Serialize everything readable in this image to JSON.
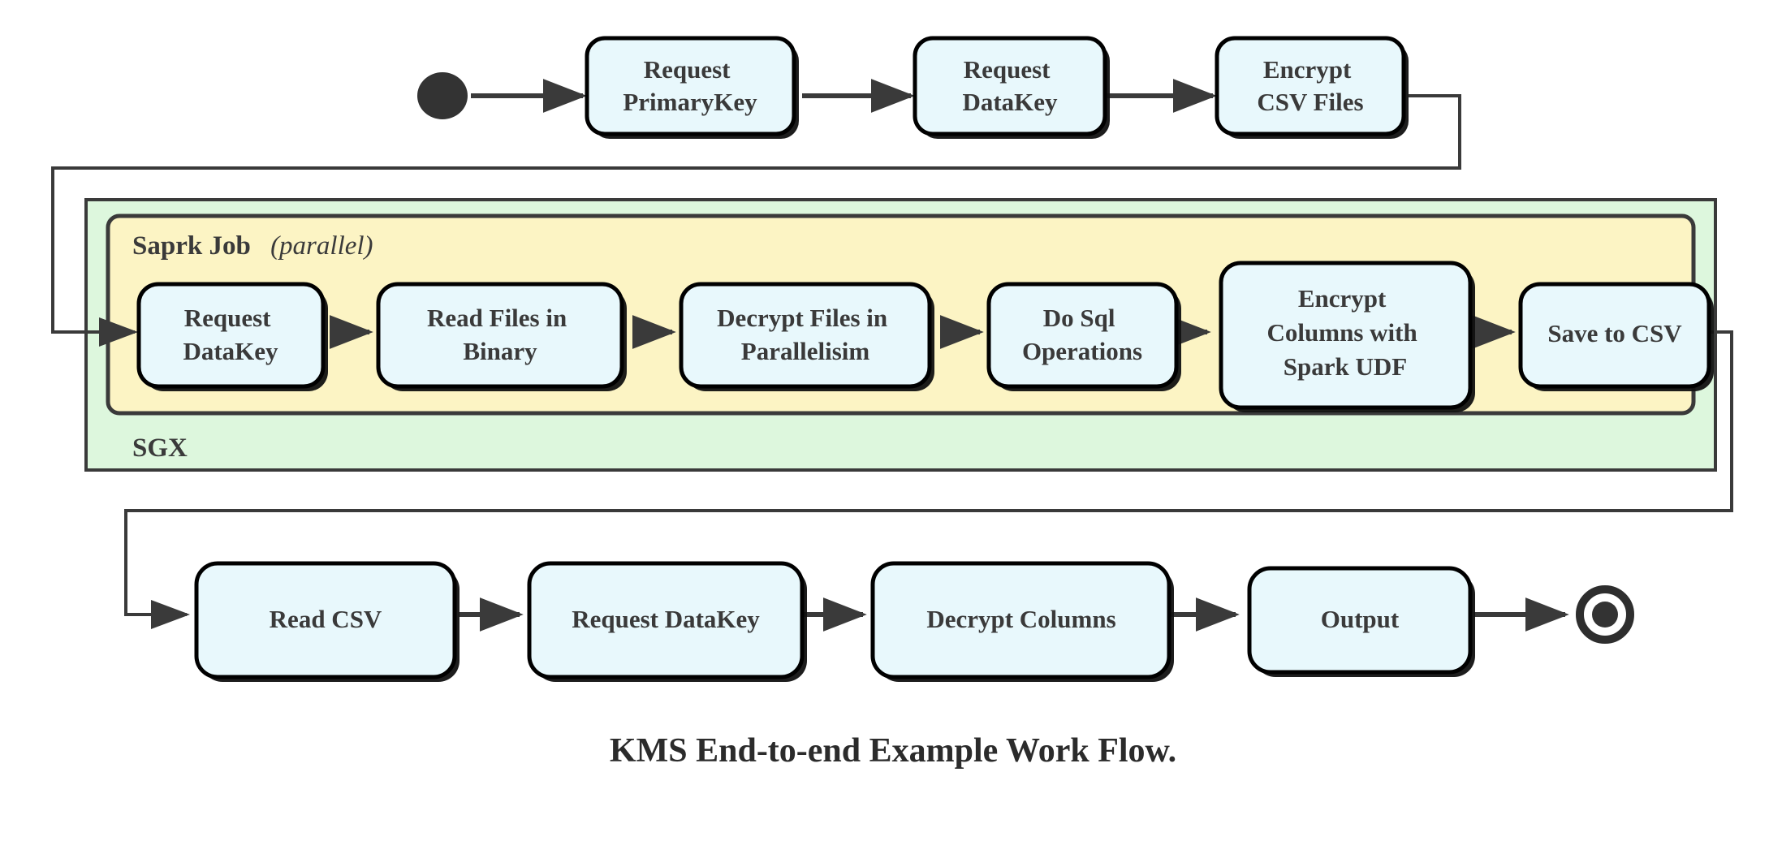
{
  "diagram": {
    "caption": "KMS End-to-end Example Work Flow.",
    "colors": {
      "node_fill": "#e8f8fc",
      "node_stroke": "#000000",
      "sgx_fill": "#ddf7dd",
      "spark_fill": "#fcf4c4",
      "connector": "#3a3a3a",
      "text": "#3a3a3a"
    },
    "markers": {
      "start": "start-state-dot",
      "end": "end-state-ring"
    },
    "groups": {
      "sgx": {
        "label": "SGX"
      },
      "spark": {
        "label_bold": "Saprk Job",
        "label_italic": "(parallel)"
      }
    },
    "rows": {
      "top": [
        {
          "id": "request-primarykey",
          "lines": [
            "Request",
            "PrimaryKey"
          ]
        },
        {
          "id": "request-datakey-top",
          "lines": [
            "Request",
            "DataKey"
          ]
        },
        {
          "id": "encrypt-csv-files",
          "lines": [
            "Encrypt",
            "CSV Files"
          ]
        }
      ],
      "parallel": [
        {
          "id": "request-datakey-spark",
          "lines": [
            "Request",
            "DataKey"
          ]
        },
        {
          "id": "read-files-in-binary",
          "lines": [
            "Read Files in",
            "Binary"
          ]
        },
        {
          "id": "decrypt-files-in-parallelisim",
          "lines": [
            "Decrypt Files in",
            "Parallelisim"
          ]
        },
        {
          "id": "do-sql-operations",
          "lines": [
            "Do Sql",
            "Operations"
          ]
        },
        {
          "id": "encrypt-columns-with-spark-udf",
          "lines": [
            "Encrypt",
            "Columns with",
            "Spark UDF"
          ]
        },
        {
          "id": "save-to-csv",
          "lines": [
            "Save to CSV"
          ]
        }
      ],
      "bottom": [
        {
          "id": "read-csv",
          "lines": [
            "Read CSV"
          ]
        },
        {
          "id": "request-datakey-bottom",
          "lines": [
            "Request DataKey"
          ]
        },
        {
          "id": "decrypt-columns",
          "lines": [
            "Decrypt Columns"
          ]
        },
        {
          "id": "output",
          "lines": [
            "Output"
          ]
        }
      ]
    }
  }
}
